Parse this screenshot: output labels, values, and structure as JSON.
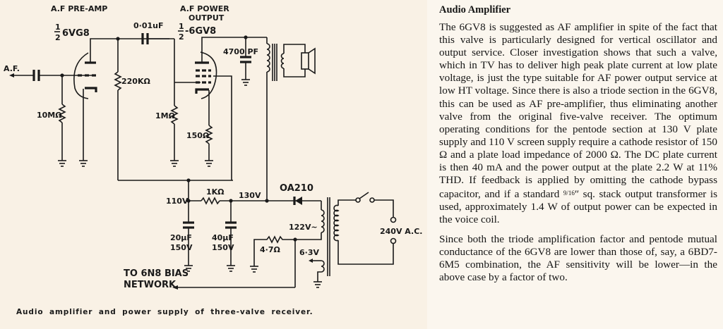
{
  "schematic": {
    "labels": {
      "af_preamp": "A.F PRE-AMP",
      "preamp_valve_fraction": "1/2",
      "preamp_valve": "6VG8",
      "coupling_cap": "0·01uF",
      "af_power_output_line1": "A.F POWER",
      "af_power_output_line2": "OUTPUT",
      "power_valve_fraction": "1/2",
      "power_valve": "-6GV8",
      "plate_cap": "4700 PF",
      "af_input": "A.F.",
      "grid_leak": "10MΩ",
      "plate_load": "220KΩ",
      "power_grid_resistor": "1MΩ",
      "cathode_resistor": "150Ω",
      "screen_voltage": "110V",
      "dropping_resistor": "1KΩ",
      "plate_voltage": "130V",
      "rectifier": "OA210",
      "filter_cap_1_value": "20µF",
      "filter_cap_1_voltage": "150V",
      "filter_cap_2_value": "40µF",
      "filter_cap_2_voltage": "150V",
      "secondary_voltage": "122V~",
      "bias_resistor": "4·7Ω",
      "heater_voltage": "6·3V",
      "mains": "240V A.C.",
      "bias_network_line1": "TO 6N8 BIAS",
      "bias_network_line2": "NETWORK"
    },
    "caption": "Audio amplifier and power supply of three-valve receiver."
  },
  "article": {
    "heading": "Audio Amplifier",
    "paragraph1": "The 6GV8 is suggested as AF amplifier in spite of the fact that this valve is particularly designed for vertical oscillator and output service. Closer investigation shows that such a valve, which in TV has to deliver high peak plate current at low plate voltage, is just the type suitable for AF power output service at low HT voltage. Since there is also a triode section in the 6GV8, this can be used as AF pre-amplifier, thus eliminating another valve from the original five-valve receiver. The optimum operating conditions for the pentode section at 130 V plate supply and 110 V screen supply require a cathode resistor of 150 Ω and a plate load impedance of 2000 Ω. The DC plate current is then 40 mA and the power output at the plate 2.2 W at 11% THD. If feedback is applied by omitting the cathode bypass capacitor, and if a standard",
    "fraction": "9/16",
    "paragraph1_end": "″ sq. stack output transformer is used, approximately 1.4 W of output power can be expected in the voice coil.",
    "paragraph2": "Since both the triode amplification factor and pentode mutual conductance of the 6GV8 are lower than those of, say, a 6BD7-6M5 combination, the AF sensitivity will be lower—in the above case by a factor of two."
  }
}
